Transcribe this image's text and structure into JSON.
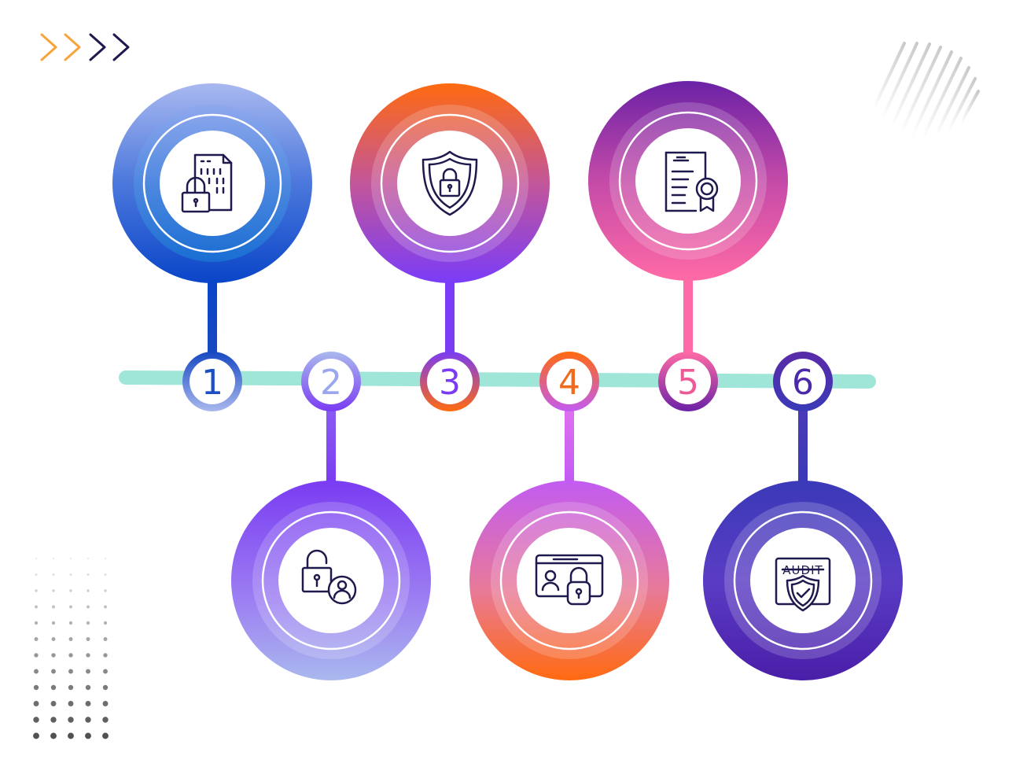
{
  "steps": [
    {
      "number": "1",
      "icon": "binary-file-lock-icon",
      "position": "top",
      "color": "#1d4fc4"
    },
    {
      "number": "2",
      "icon": "unlock-user-icon",
      "position": "bottom",
      "color": "#7b4cf0"
    },
    {
      "number": "3",
      "icon": "shield-lock-icon",
      "position": "top",
      "color": "#8a3cf0"
    },
    {
      "number": "4",
      "icon": "id-card-lock-icon",
      "position": "bottom",
      "color": "#f26a1b"
    },
    {
      "number": "5",
      "icon": "certificate-icon",
      "position": "top",
      "color": "#ee5a98"
    },
    {
      "number": "6",
      "icon": "audit-shield-icon",
      "position": "bottom",
      "color": "#4a2aa8"
    }
  ],
  "audit_label": "AUDIT",
  "decor": {
    "chevrons": [
      "orange-chevron-icon",
      "orange-chevron-icon",
      "navy-chevron-icon",
      "navy-chevron-icon"
    ],
    "timeline_color": "#9fe6d8",
    "icon_stroke": "#1f1a4d"
  }
}
